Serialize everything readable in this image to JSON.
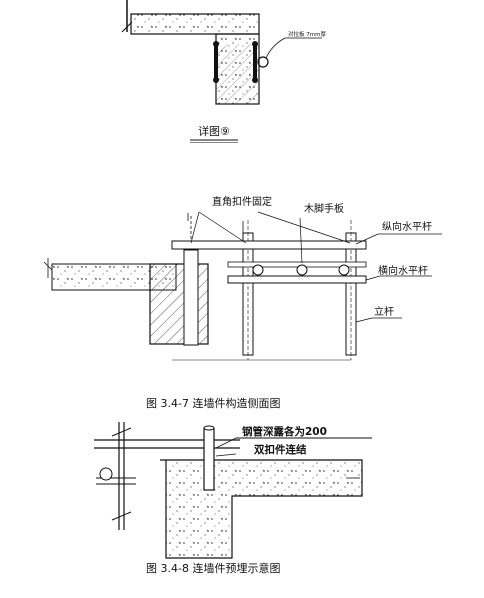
{
  "detail9": {
    "title": "详图⑨",
    "callout": "对拉板 7mm厚"
  },
  "fig347": {
    "labels": {
      "right_angle_clamp": "直角扣件固定",
      "wood_scaffold_board": "木脚手板",
      "longitudinal_bar": "纵向水平杆",
      "transverse_bar": "横向水平杆",
      "vertical_pole": "立杆"
    },
    "caption": "图 3.4-7 连墙件构造侧面图"
  },
  "fig348": {
    "labels": {
      "steel_pipe_exposed": "钢管深露各为200",
      "double_clamp": "双扣件连结"
    },
    "caption": "图 3.4-8 连墙件预埋示意图"
  }
}
